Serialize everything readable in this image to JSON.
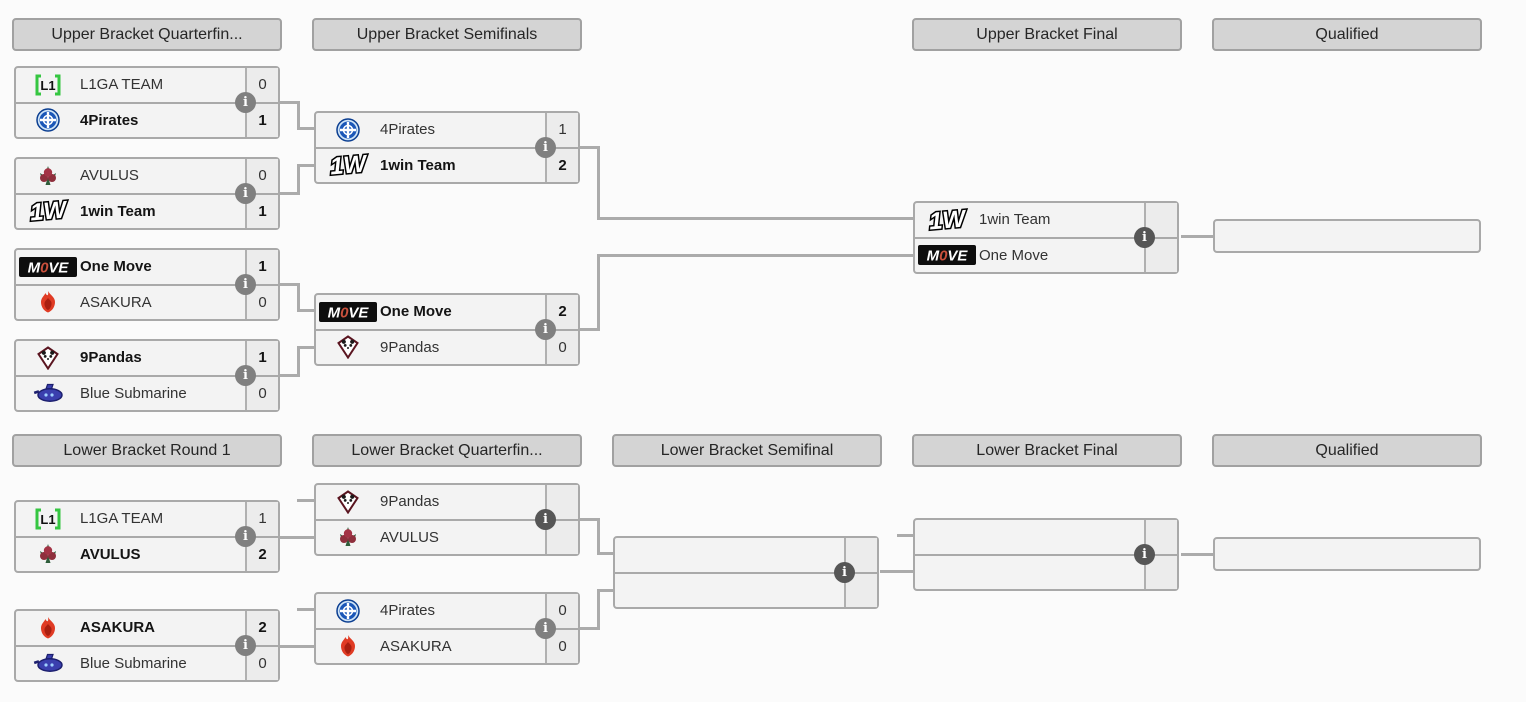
{
  "page": {
    "background": "#fbfbfb",
    "type": "double-elimination-bracket"
  },
  "colors": {
    "header_bg": "#d4d4d4",
    "header_border": "#a1a1a1",
    "match_bg": "#f3f3f3",
    "match_border": "#a9a9a9",
    "score_bg": "#ececec",
    "connector": "#ababab",
    "info_icon_played": "#808080",
    "info_icon_pending": "#565656",
    "winner_text": "#141414",
    "text": "#333333",
    "l1ga_green": "#35c641",
    "pirates_blue": "#1b57b8",
    "avulus_red": "#8e2f3c",
    "onemove_red": "#c9503c",
    "asakura_red": "#e03b24",
    "pandas_maroon": "#5a1520",
    "submarine_blue": "#3a3fae"
  },
  "headers": {
    "upper": [
      "Upper Bracket Quarterfin...",
      "Upper Bracket Semifinals",
      "Upper Bracket Final",
      "Qualified"
    ],
    "lower": [
      "Lower Bracket Round 1",
      "Lower Bracket Quarterfin...",
      "Lower Bracket Semifinal",
      "Lower Bracket Final",
      "Qualified"
    ]
  },
  "icons": {
    "info_glyph": "i",
    "logo_names": [
      "l1ga-logo",
      "4pirates-logo",
      "avulus-logo",
      "1win-logo",
      "onemove-logo",
      "asakura-logo",
      "9pandas-logo",
      "bluesubmarine-logo",
      "info-icon"
    ]
  },
  "matches": {
    "ubqf1": {
      "top": {
        "name": "L1GA TEAM",
        "score": "0",
        "logo": "l1ga-logo",
        "winner": false
      },
      "bottom": {
        "name": "4Pirates",
        "score": "1",
        "logo": "4pirates-logo",
        "winner": true
      }
    },
    "ubqf2": {
      "top": {
        "name": "AVULUS",
        "score": "0",
        "logo": "avulus-logo",
        "winner": false
      },
      "bottom": {
        "name": "1win Team",
        "score": "1",
        "logo": "1win-logo",
        "winner": true
      }
    },
    "ubqf3": {
      "top": {
        "name": "One Move",
        "score": "1",
        "logo": "onemove-logo",
        "winner": true
      },
      "bottom": {
        "name": "ASAKURA",
        "score": "0",
        "logo": "asakura-logo",
        "winner": false
      }
    },
    "ubqf4": {
      "top": {
        "name": "9Pandas",
        "score": "1",
        "logo": "9pandas-logo",
        "winner": true
      },
      "bottom": {
        "name": "Blue Submarine",
        "score": "0",
        "logo": "bluesubmarine-logo",
        "winner": false
      }
    },
    "ubsf1": {
      "top": {
        "name": "4Pirates",
        "score": "1",
        "logo": "4pirates-logo",
        "winner": false
      },
      "bottom": {
        "name": "1win Team",
        "score": "2",
        "logo": "1win-logo",
        "winner": true
      }
    },
    "ubsf2": {
      "top": {
        "name": "One Move",
        "score": "2",
        "logo": "onemove-logo",
        "winner": true
      },
      "bottom": {
        "name": "9Pandas",
        "score": "0",
        "logo": "9pandas-logo",
        "winner": false
      }
    },
    "ubf": {
      "top": {
        "name": "1win Team",
        "score": "",
        "logo": "1win-logo",
        "winner": false
      },
      "bottom": {
        "name": "One Move",
        "score": "",
        "logo": "onemove-logo",
        "winner": false
      }
    },
    "lbr1a": {
      "top": {
        "name": "L1GA TEAM",
        "score": "1",
        "logo": "l1ga-logo",
        "winner": false
      },
      "bottom": {
        "name": "AVULUS",
        "score": "2",
        "logo": "avulus-logo",
        "winner": true
      }
    },
    "lbr1b": {
      "top": {
        "name": "ASAKURA",
        "score": "2",
        "logo": "asakura-logo",
        "winner": true
      },
      "bottom": {
        "name": "Blue Submarine",
        "score": "0",
        "logo": "bluesubmarine-logo",
        "winner": false
      }
    },
    "lbqf1": {
      "top": {
        "name": "9Pandas",
        "score": "",
        "logo": "9pandas-logo",
        "winner": false
      },
      "bottom": {
        "name": "AVULUS",
        "score": "",
        "logo": "avulus-logo",
        "winner": false
      }
    },
    "lbqf2": {
      "top": {
        "name": "4Pirates",
        "score": "0",
        "logo": "4pirates-logo",
        "winner": false
      },
      "bottom": {
        "name": "ASAKURA",
        "score": "0",
        "logo": "asakura-logo",
        "winner": false
      }
    },
    "lbsf": {
      "top": {
        "name": "",
        "score": "",
        "winner": false
      },
      "bottom": {
        "name": "",
        "score": "",
        "winner": false
      }
    },
    "lbf": {
      "top": {
        "name": "",
        "score": "",
        "winner": false
      },
      "bottom": {
        "name": "",
        "score": "",
        "winner": false
      }
    }
  }
}
